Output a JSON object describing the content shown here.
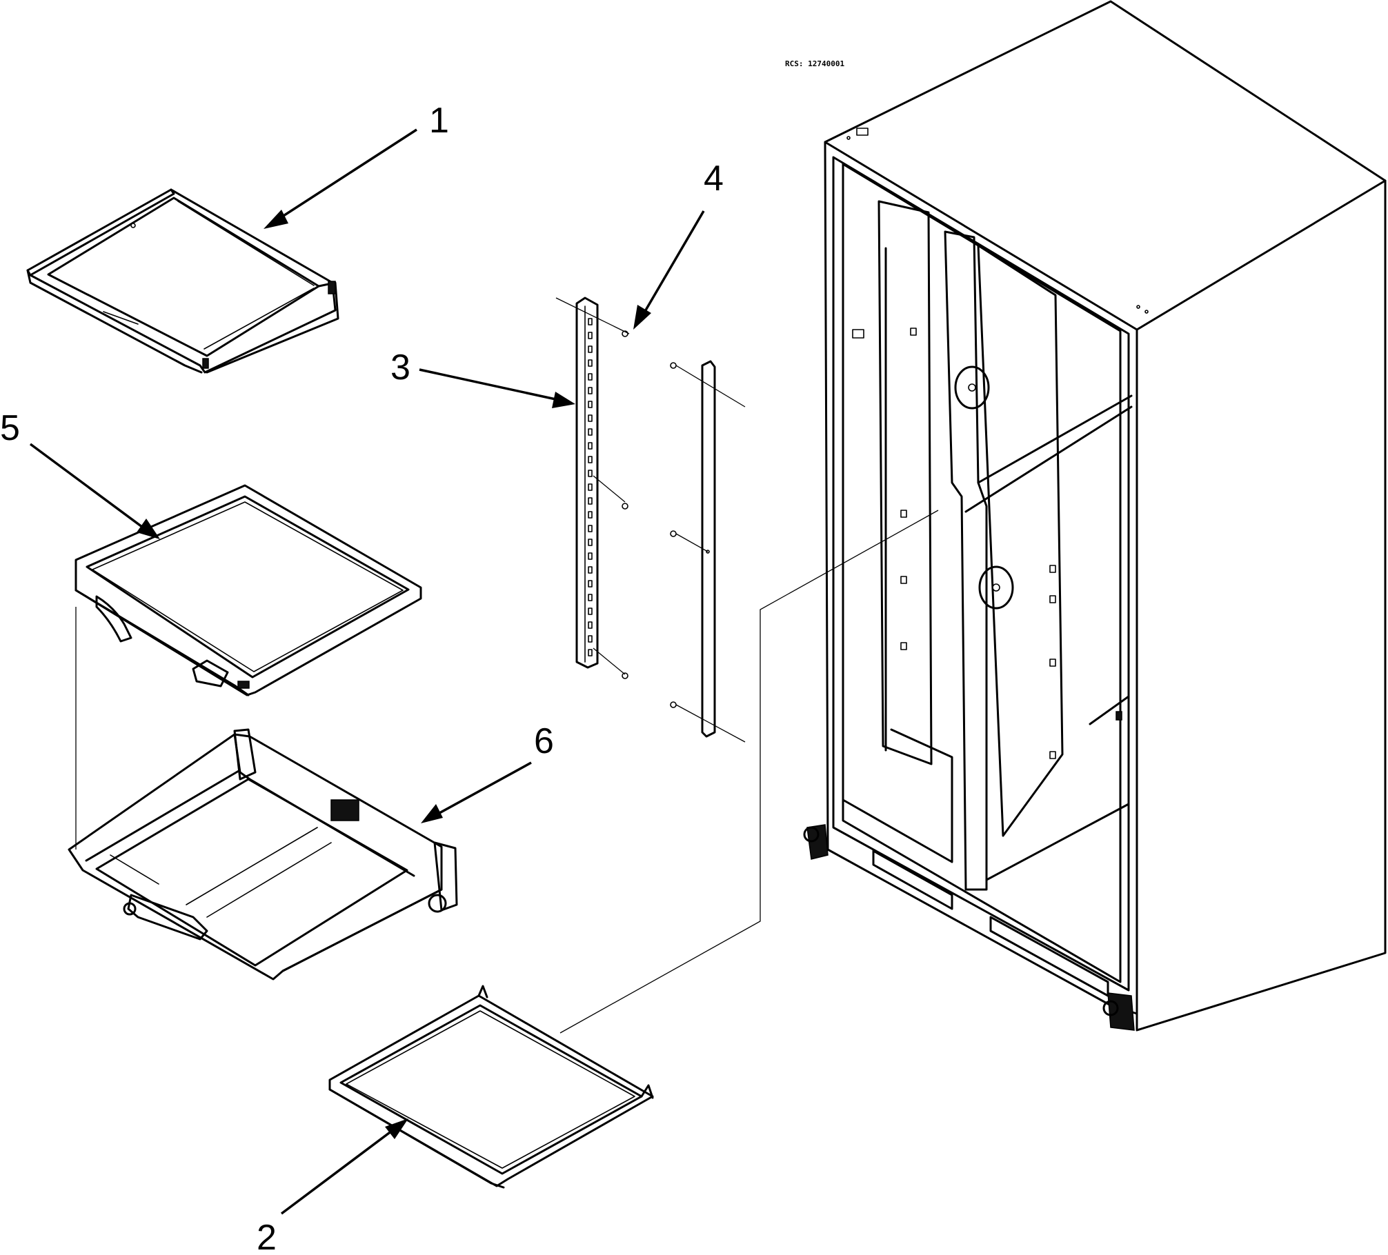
{
  "diagram": {
    "document_code": "RCS: 12740001",
    "callouts": [
      {
        "id": "1",
        "label": "1"
      },
      {
        "id": "2",
        "label": "2"
      },
      {
        "id": "3",
        "label": "3"
      },
      {
        "id": "4",
        "label": "4"
      },
      {
        "id": "5",
        "label": "5"
      },
      {
        "id": "6",
        "label": "6"
      }
    ]
  }
}
